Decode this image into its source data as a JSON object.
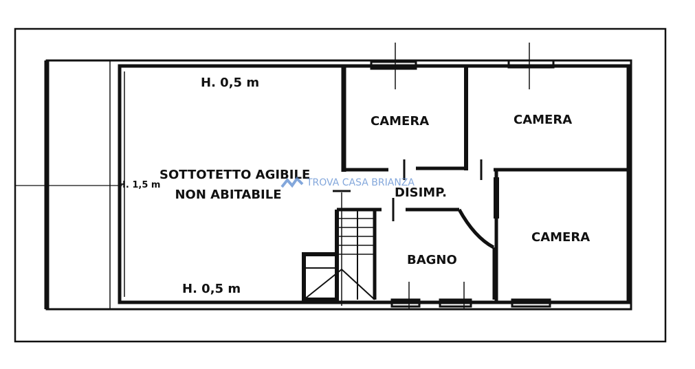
{
  "rooms": {
    "attic_line1": "SOTTOTETTO AGIBILE",
    "attic_line2": "NON ABITABILE",
    "camera_1": "CAMERA",
    "camera_2": "CAMERA",
    "camera_3": "CAMERA",
    "disimpegno": "DISIMP.",
    "bagno": "BAGNO"
  },
  "heights": {
    "top": "H. 0,5 m",
    "middle": "H. 1,5 m",
    "bottom": "H. 0,5 m"
  },
  "watermark": {
    "text": "TROVA CASA BRIANZA",
    "color": "#5a8ad0"
  }
}
